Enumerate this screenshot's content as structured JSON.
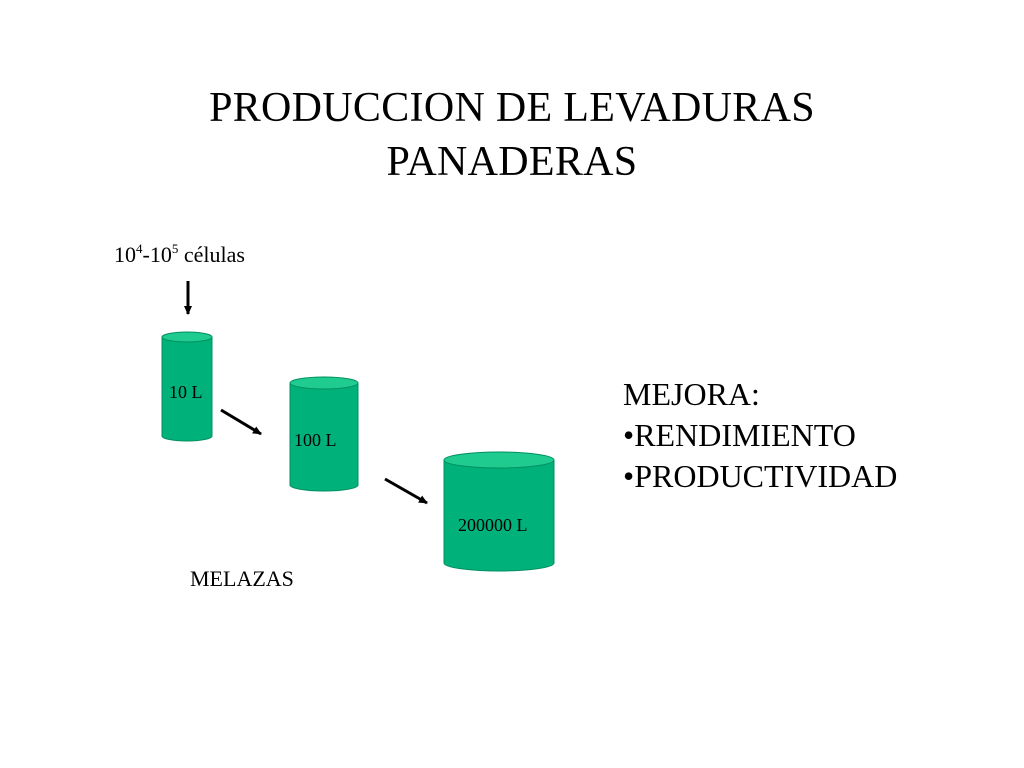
{
  "title": {
    "line1": "PRODUCCION DE LEVADURAS",
    "line2": "PANADERAS"
  },
  "inoculum": {
    "base_a": "10",
    "exp_a": "4",
    "dash": "-10",
    "exp_b": "5",
    "suffix": " células"
  },
  "tanks": [
    {
      "label": "10 L"
    },
    {
      "label": "100 L"
    },
    {
      "label": "200000 L"
    }
  ],
  "substrate": "MELAZAS",
  "improvement": {
    "heading": "MEJORA:",
    "items": [
      "•RENDIMIENTO",
      "•PRODUCTIVIDAD"
    ]
  },
  "colors": {
    "tank_body": "#00b27a",
    "tank_top": "#1fcb8e",
    "tank_edge": "#008f60"
  }
}
